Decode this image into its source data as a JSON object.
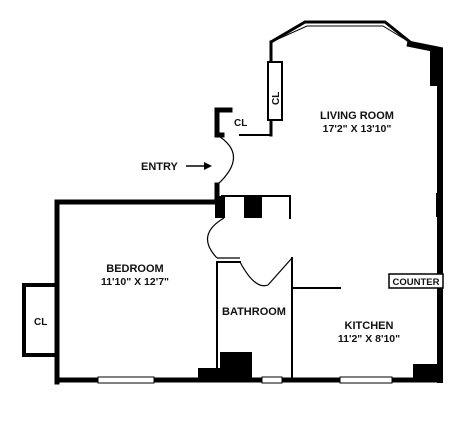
{
  "rooms": {
    "living": {
      "name": "LIVING ROOM",
      "size": "17'2\" X 13'10\""
    },
    "bedroom": {
      "name": "BEDROOM",
      "size": "11'10\" X 12'7\""
    },
    "kitchen": {
      "name": "KITCHEN",
      "size": "11'2\" X 8'10\""
    },
    "bathroom": {
      "name": "BATHROOM"
    }
  },
  "labels": {
    "entry": "ENTRY",
    "closet_living_upper": "CL",
    "closet_living_lower": "CL",
    "closet_bedroom": "CL",
    "counter": "COUNTER"
  }
}
